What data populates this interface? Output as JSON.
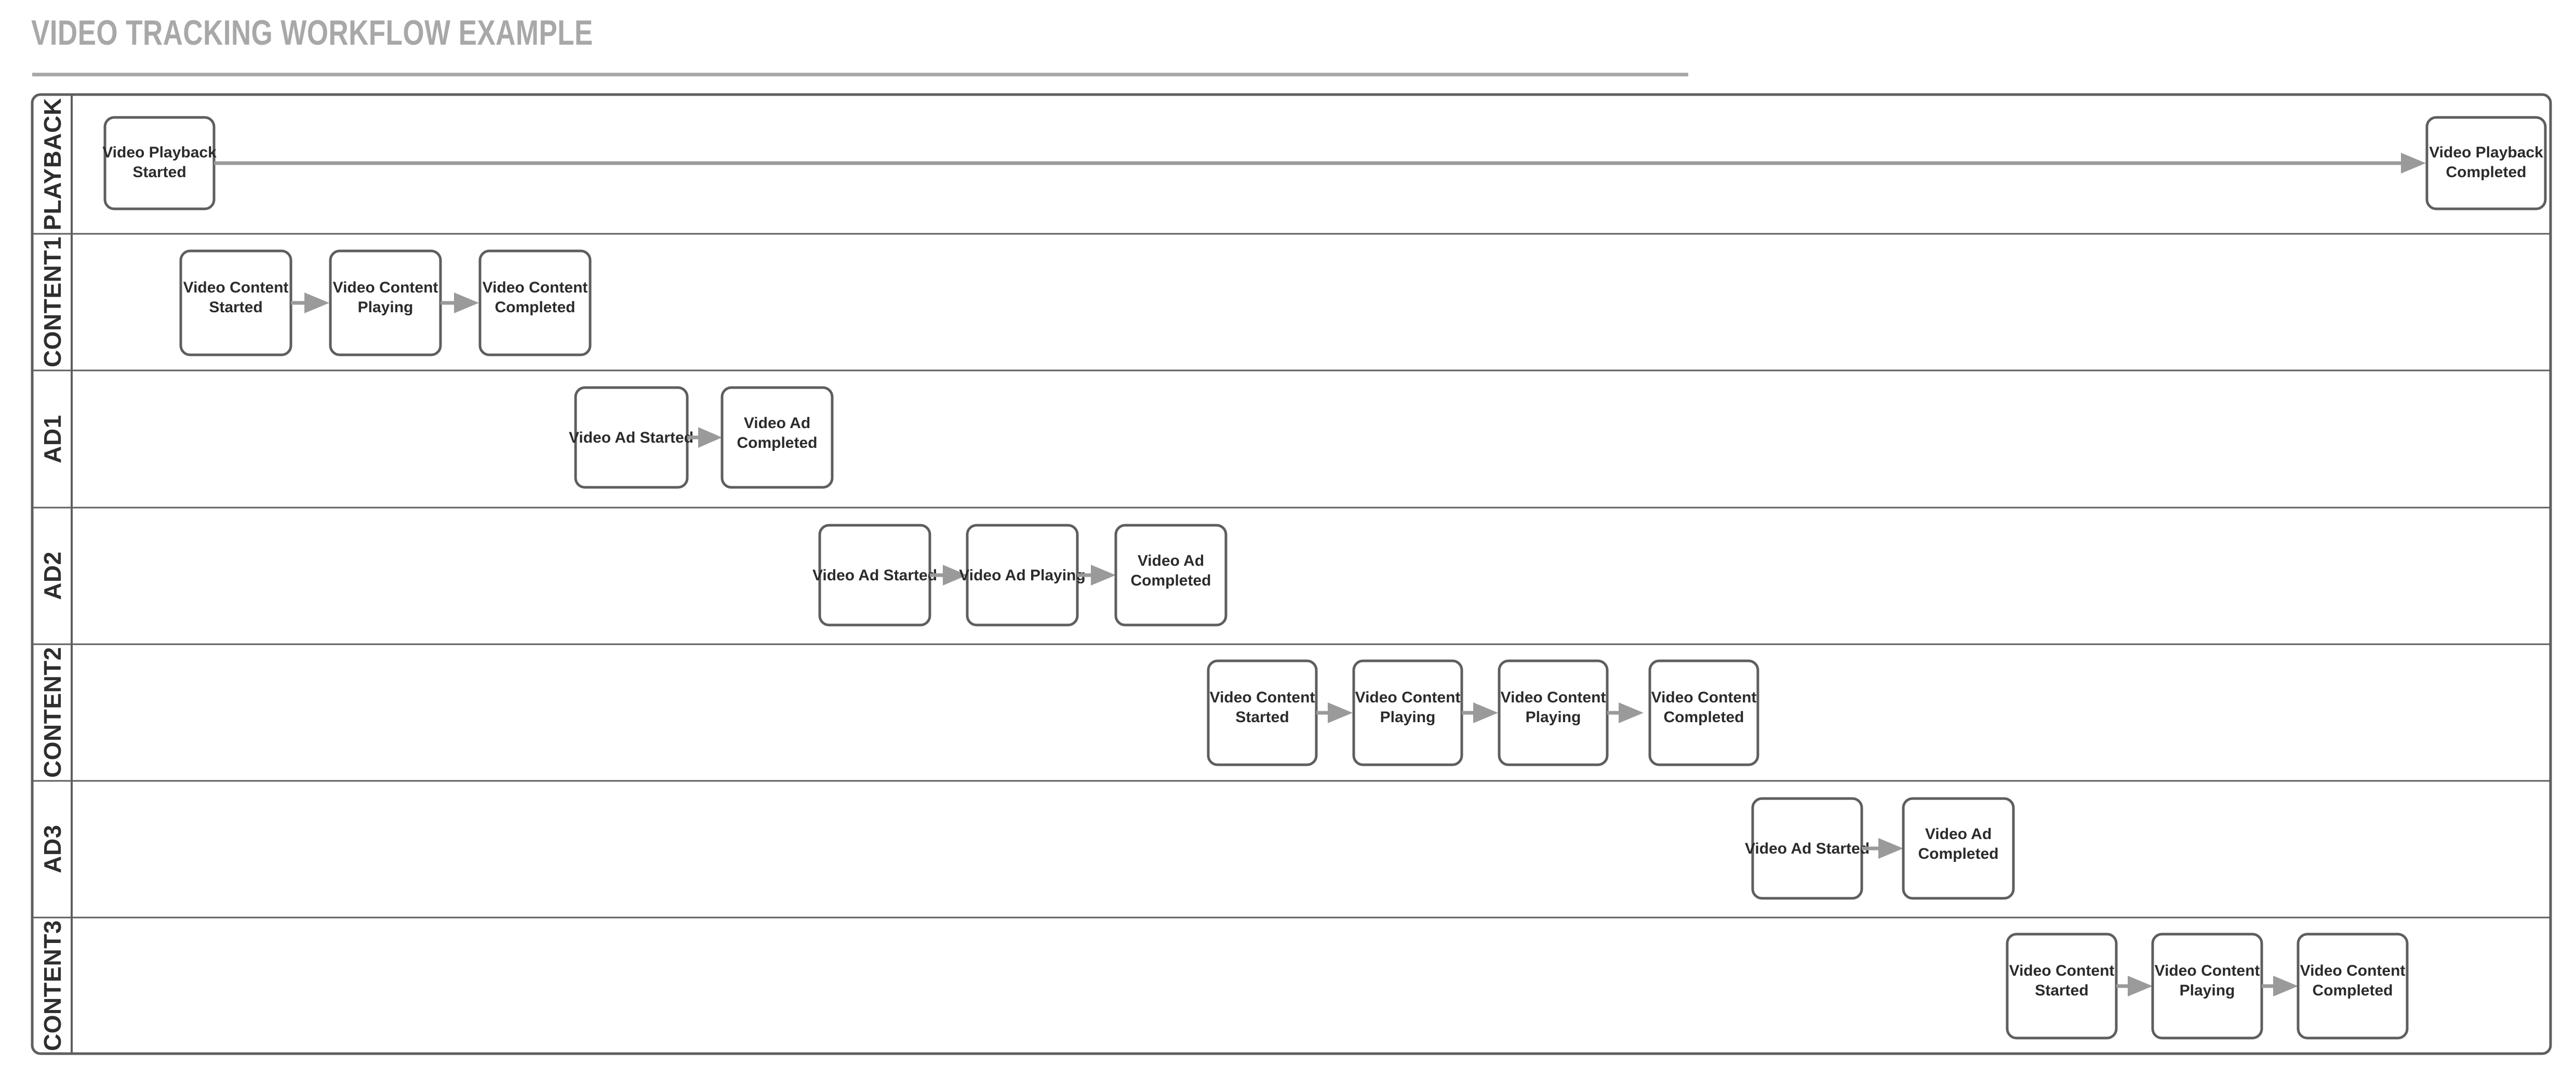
{
  "page": {
    "title": "VIDEO TRACKING WORKFLOW EXAMPLE",
    "background_color": "#ffffff",
    "title_color": "#a8a8a8"
  },
  "diagram": {
    "type": "swimlane-flowchart",
    "border_color": "#5e5e5e",
    "node_fill": "#ffffff",
    "node_text_color": "#2b2b2b",
    "arrow_color": "#9a9a9a",
    "lanes": [
      {
        "id": "playback",
        "label": "PLAYBACK",
        "nodes": [
          {
            "id": "playback-started",
            "label": "Video Playback\nStarted",
            "line1": "Video Playback",
            "line2": "Started"
          },
          {
            "id": "playback-completed",
            "label": "Video Playback\nCompleted",
            "line1": "Video Playback",
            "line2": "Completed"
          }
        ],
        "edges": [
          {
            "from": "playback-started",
            "to": "playback-completed"
          }
        ]
      },
      {
        "id": "content1",
        "label": "CONTENT1",
        "nodes": [
          {
            "id": "c1-started",
            "label": "Video Content\nStarted",
            "line1": "Video Content",
            "line2": "Started"
          },
          {
            "id": "c1-playing",
            "label": "Video Content\nPlaying",
            "line1": "Video Content",
            "line2": "Playing"
          },
          {
            "id": "c1-completed",
            "label": "Video Content\nCompleted",
            "line1": "Video Content",
            "line2": "Completed"
          }
        ],
        "edges": [
          {
            "from": "c1-started",
            "to": "c1-playing"
          },
          {
            "from": "c1-playing",
            "to": "c1-completed"
          }
        ]
      },
      {
        "id": "ad1",
        "label": "AD1",
        "nodes": [
          {
            "id": "ad1-started",
            "label": "Video Ad Started",
            "line1": "Video Ad Started",
            "line2": ""
          },
          {
            "id": "ad1-completed",
            "label": "Video Ad\nCompleted",
            "line1": "Video Ad",
            "line2": "Completed"
          }
        ],
        "edges": [
          {
            "from": "ad1-started",
            "to": "ad1-completed"
          }
        ]
      },
      {
        "id": "ad2",
        "label": "AD2",
        "nodes": [
          {
            "id": "ad2-started",
            "label": "Video Ad Started",
            "line1": "Video Ad Started",
            "line2": ""
          },
          {
            "id": "ad2-playing",
            "label": "Video Ad Playing",
            "line1": "Video Ad Playing",
            "line2": ""
          },
          {
            "id": "ad2-completed",
            "label": "Video Ad\nCompleted",
            "line1": "Video Ad",
            "line2": "Completed"
          }
        ],
        "edges": [
          {
            "from": "ad2-started",
            "to": "ad2-playing"
          },
          {
            "from": "ad2-playing",
            "to": "ad2-completed"
          }
        ]
      },
      {
        "id": "content2",
        "label": "CONTENT2",
        "nodes": [
          {
            "id": "c2-started",
            "label": "Video Content\nStarted",
            "line1": "Video Content",
            "line2": "Started"
          },
          {
            "id": "c2-playing-1",
            "label": "Video Content\nPlaying",
            "line1": "Video Content",
            "line2": "Playing"
          },
          {
            "id": "c2-playing-2",
            "label": "Video Content\nPlaying",
            "line1": "Video Content",
            "line2": "Playing"
          },
          {
            "id": "c2-completed",
            "label": "Video Content\nCompleted",
            "line1": "Video Content",
            "line2": "Completed"
          }
        ],
        "edges": [
          {
            "from": "c2-started",
            "to": "c2-playing-1"
          },
          {
            "from": "c2-playing-1",
            "to": "c2-playing-2"
          },
          {
            "from": "c2-playing-2",
            "to": "c2-completed"
          }
        ]
      },
      {
        "id": "ad3",
        "label": "AD3",
        "nodes": [
          {
            "id": "ad3-started",
            "label": "Video Ad Started",
            "line1": "Video Ad Started",
            "line2": ""
          },
          {
            "id": "ad3-completed",
            "label": "Video Ad\nCompleted",
            "line1": "Video Ad",
            "line2": "Completed"
          }
        ],
        "edges": [
          {
            "from": "ad3-started",
            "to": "ad3-completed"
          }
        ]
      },
      {
        "id": "content3",
        "label": "CONTENT3",
        "nodes": [
          {
            "id": "c3-started",
            "label": "Video Content\nStarted",
            "line1": "Video Content",
            "line2": "Started"
          },
          {
            "id": "c3-playing",
            "label": "Video Content\nPlaying",
            "line1": "Video Content",
            "line2": "Playing"
          },
          {
            "id": "c3-completed",
            "label": "Video Content\nCompleted",
            "line1": "Video Content",
            "line2": "Completed"
          }
        ],
        "edges": [
          {
            "from": "c3-started",
            "to": "c3-playing"
          },
          {
            "from": "c3-playing",
            "to": "c3-completed"
          }
        ]
      }
    ]
  }
}
